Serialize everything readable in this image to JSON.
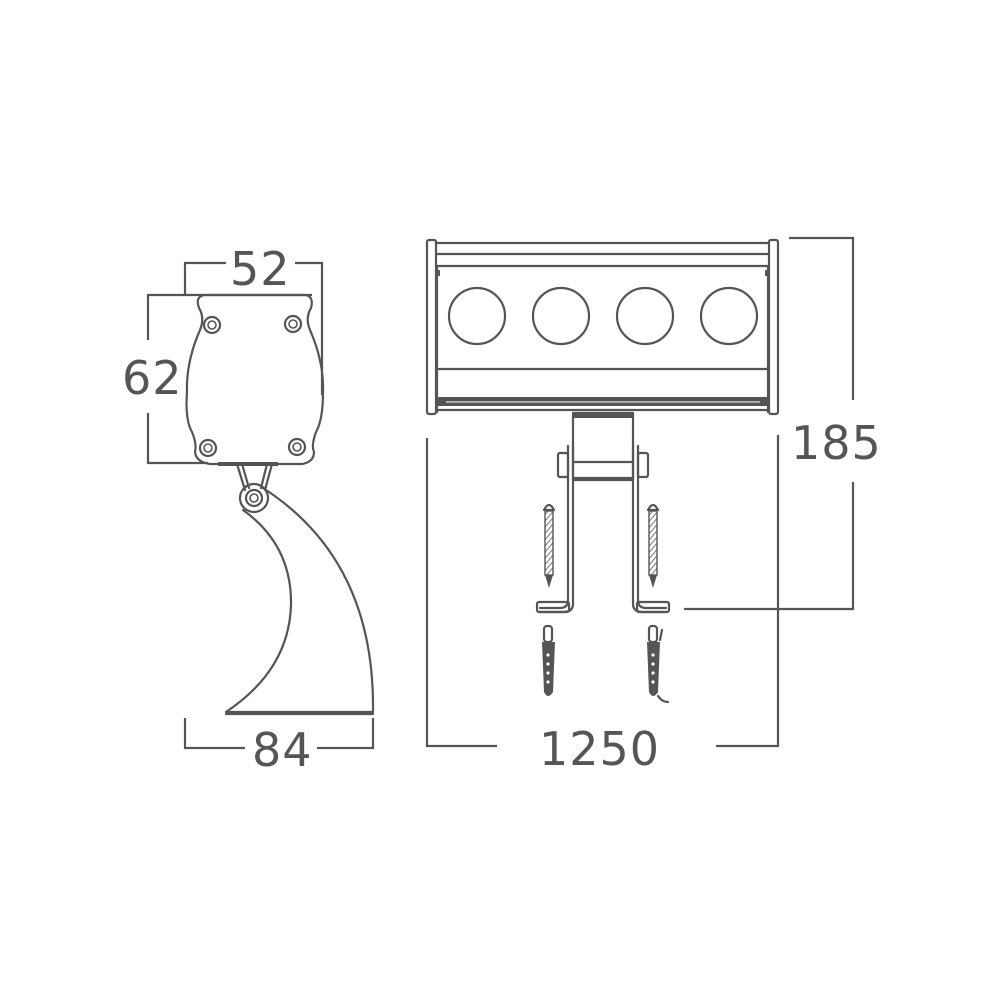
{
  "diagram": {
    "type": "technical-dimension-drawing",
    "subject": "wall-mounted LED bar light with U-bracket",
    "line_color": "#555555",
    "background": "#ffffff",
    "views": [
      {
        "name": "side-view",
        "dimensions": {
          "width_top": "52",
          "height_body": "62",
          "width_base": "84"
        }
      },
      {
        "name": "front-view",
        "led_count": 4,
        "dimensions": {
          "length": "1250",
          "height": "185"
        },
        "accessories": [
          "screw",
          "screw",
          "wall-plug",
          "wall-plug"
        ]
      }
    ]
  },
  "labels": {
    "side_width": "52",
    "side_height": "62",
    "side_base": "84",
    "front_length": "1250",
    "front_height": "185"
  }
}
